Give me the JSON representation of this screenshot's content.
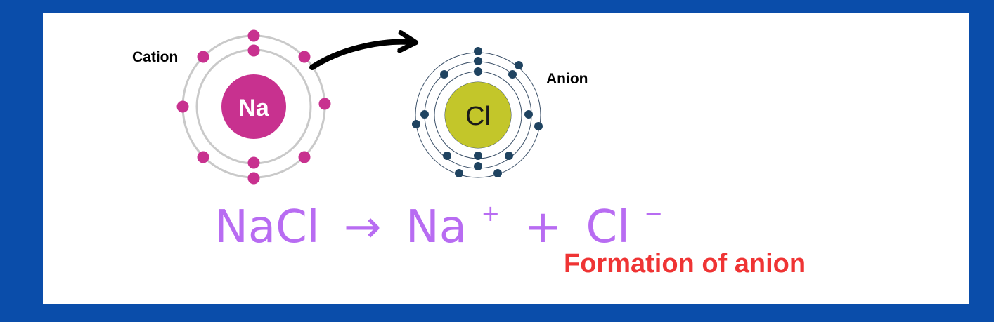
{
  "colors": {
    "border": "#0a4daa",
    "background": "#ffffff",
    "sodium_nucleus": "#c8318f",
    "sodium_electron": "#c8318f",
    "shell": "#c9c9c9",
    "chlorine_nucleus": "#c3c62a",
    "chlorine_electron": "#1f4360",
    "chlorine_shell": "#3b5068",
    "equation": "#b86cf2",
    "caption": "#ef3434",
    "arrow": "#000000"
  },
  "labels": {
    "cation": "Cation",
    "anion": "Anion",
    "sodium_symbol": "Na",
    "chlorine_symbol": "Cl",
    "caption": "Formation of anion"
  },
  "equation": {
    "reactant": "NaCl",
    "arrow": "→",
    "product1": "Na",
    "product1_charge": "+",
    "plus": "+",
    "product2": "Cl",
    "product2_charge": "−"
  },
  "icons": {
    "transfer_arrow": "curved-arrow-icon"
  }
}
